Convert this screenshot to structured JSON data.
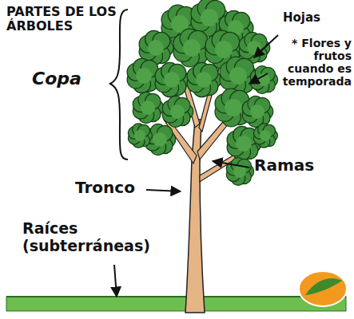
{
  "diagram": {
    "title": "PARTES DE LOS ÁRBOLES",
    "labels": [
      "Copa",
      "Hojas",
      "* Flores y frutos cuando es temporada",
      "Ramas",
      "Tronco",
      "Raíces (subterráneas)"
    ]
  }
}
